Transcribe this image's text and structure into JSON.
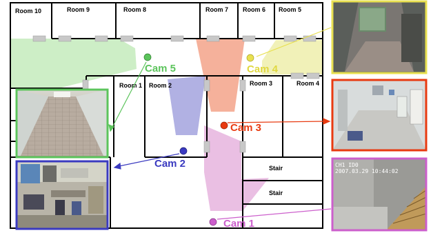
{
  "rooms": {
    "room10": "Room 10",
    "room9": "Room 9",
    "room8": "Room 8",
    "room7": "Room 7",
    "room6": "Room 6",
    "room5": "Room 5",
    "room1": "Room 1",
    "room2": "Room 2",
    "room3": "Room 3",
    "room4": "Room 4",
    "stair1": "Stair",
    "stair2": "Stair"
  },
  "cameras": {
    "cam1": {
      "label": "Cam 1",
      "color": "#cc5fcc"
    },
    "cam2": {
      "label": "Cam 2",
      "color": "#3a3ac0"
    },
    "cam3": {
      "label": "Cam 3",
      "color": "#e83a10"
    },
    "cam4": {
      "label": "Cam 4",
      "color": "#e8e050"
    },
    "cam5": {
      "label": "Cam 5",
      "color": "#5cc45c"
    }
  },
  "timestamp": {
    "line1": "CH1 ID0",
    "line2": "2007.03.29 10:44:02"
  },
  "colors": {
    "wall": "#000000",
    "door": "#c8c8c8",
    "cam1_fov": "#e8b8e0",
    "cam2_fov": "#a8a8e0",
    "cam3_fov": "#f4a890",
    "cam4_fov": "#f0f0b0",
    "cam5_fov": "#c8ecc0"
  }
}
